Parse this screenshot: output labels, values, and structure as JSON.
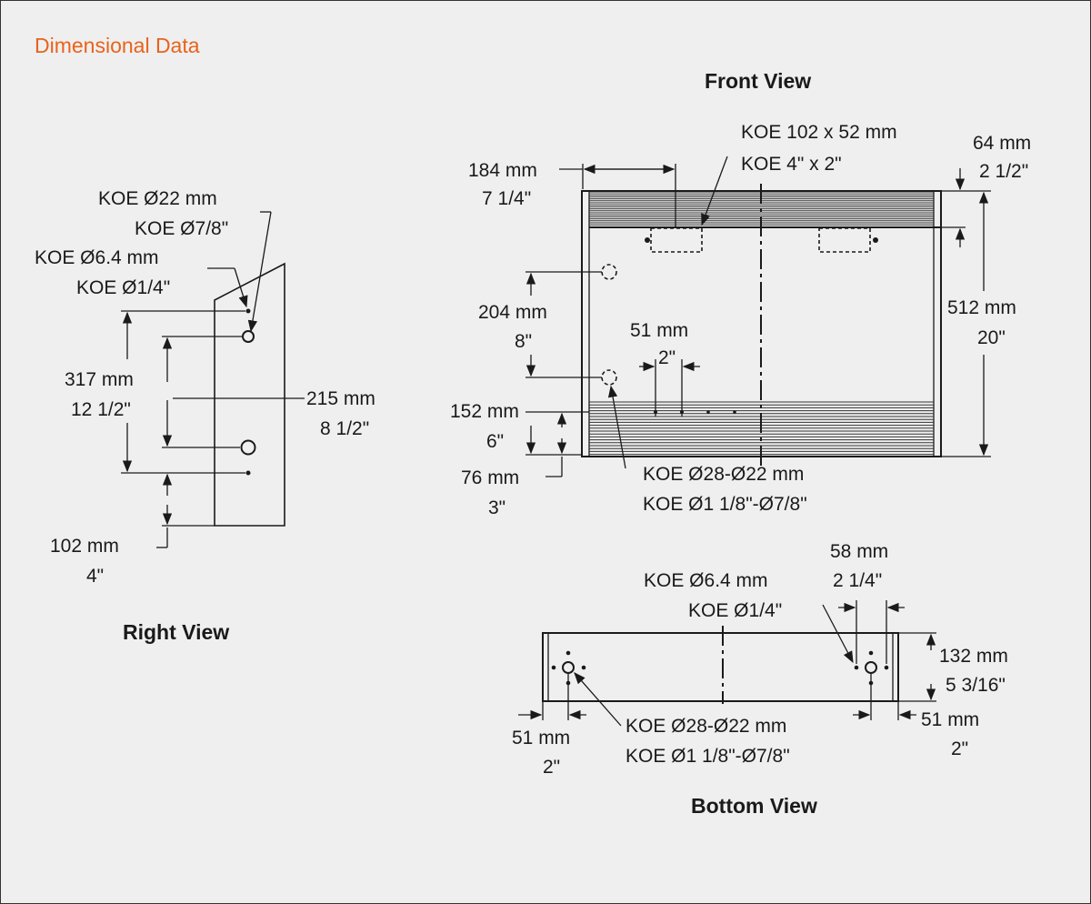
{
  "title": "Dimensional Data",
  "colors": {
    "title": "#e8631c",
    "background": "#efefef",
    "line": "#1a1a1a"
  },
  "front_view": {
    "heading": "Front View",
    "koe_rect_mm": "KOE 102 x 52     mm",
    "koe_rect_in": "KOE 4\" x 2\"",
    "dim_64_mm": "64  mm",
    "dim_64_in": "2 1/2\"",
    "dim_184_mm": "184  mm",
    "dim_184_in": "7 1/4\"",
    "dim_204_mm": "204  mm",
    "dim_204_in": "8\"",
    "dim_51_mm": "51  mm",
    "dim_51_in": "2\"",
    "dim_512_mm": "512  mm",
    "dim_512_in": "20\"",
    "dim_152_mm": "152  mm",
    "dim_152_in": "6\"",
    "dim_76_mm": "76  mm",
    "dim_76_in": "3\"",
    "koe_round_mm": "KOE Ø28-Ø22      mm",
    "koe_round_in": "KOE Ø1 1/8\"-Ø7/8\""
  },
  "right_view": {
    "heading": "Right View",
    "koe22_mm": "KOE Ø22    mm",
    "koe22_in": "KOE Ø7/8\"",
    "koe64_mm": "KOE Ø6.4    mm",
    "koe64_in": "KOE Ø1/4\"",
    "dim_317_mm": "317  mm",
    "dim_317_in": "12 1/2\"",
    "dim_215_mm": "215  mm",
    "dim_215_in": "8 1/2\"",
    "dim_102_mm": "102  mm",
    "dim_102_in": "4\""
  },
  "bottom_view": {
    "heading": "Bottom View",
    "dim_58_mm": "58  mm",
    "dim_58_in": "2 1/4\"",
    "koe64_mm": "KOE Ø6.4     mm",
    "koe64_in": "KOE Ø1/4\"",
    "dim_132_mm": "132  mm",
    "dim_132_in": "5 3/16\"",
    "dim_51l_mm": "51  mm",
    "dim_51l_in": "2\"",
    "koe_round_mm": "KOE Ø28-Ø22      mm",
    "koe_round_in": "KOE Ø1 1/8\"-Ø7/8\"",
    "dim_51r_mm": "51  mm",
    "dim_51r_in": "2\""
  }
}
